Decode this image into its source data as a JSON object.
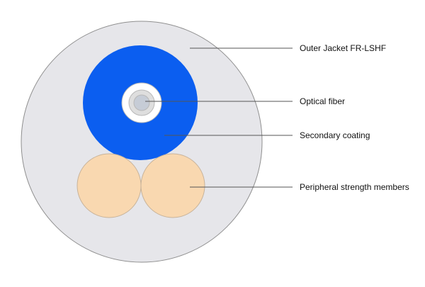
{
  "diagram": {
    "labels": {
      "outer_jacket": "Outer Jacket FR-LSHF",
      "optical_fiber": "Optical fiber",
      "secondary_coating": "Secondary coating",
      "strength_members": "Peripheral strength members"
    },
    "colors": {
      "background": "#ffffff",
      "outer_jacket_fill": "#e6e6ea",
      "outer_jacket_stroke": "#8f8f8f",
      "secondary_coating": "#0b5ef0",
      "fiber_outer_ring": "#ffffff",
      "fiber_ring_stroke": "#b8b8b8",
      "fiber_inner_ring": "#dedede",
      "fiber_core": "#c6ccd6",
      "strength_member_fill": "#f9d8b0",
      "strength_member_stroke": "#c8b39a",
      "leader_line": "#555555"
    }
  }
}
